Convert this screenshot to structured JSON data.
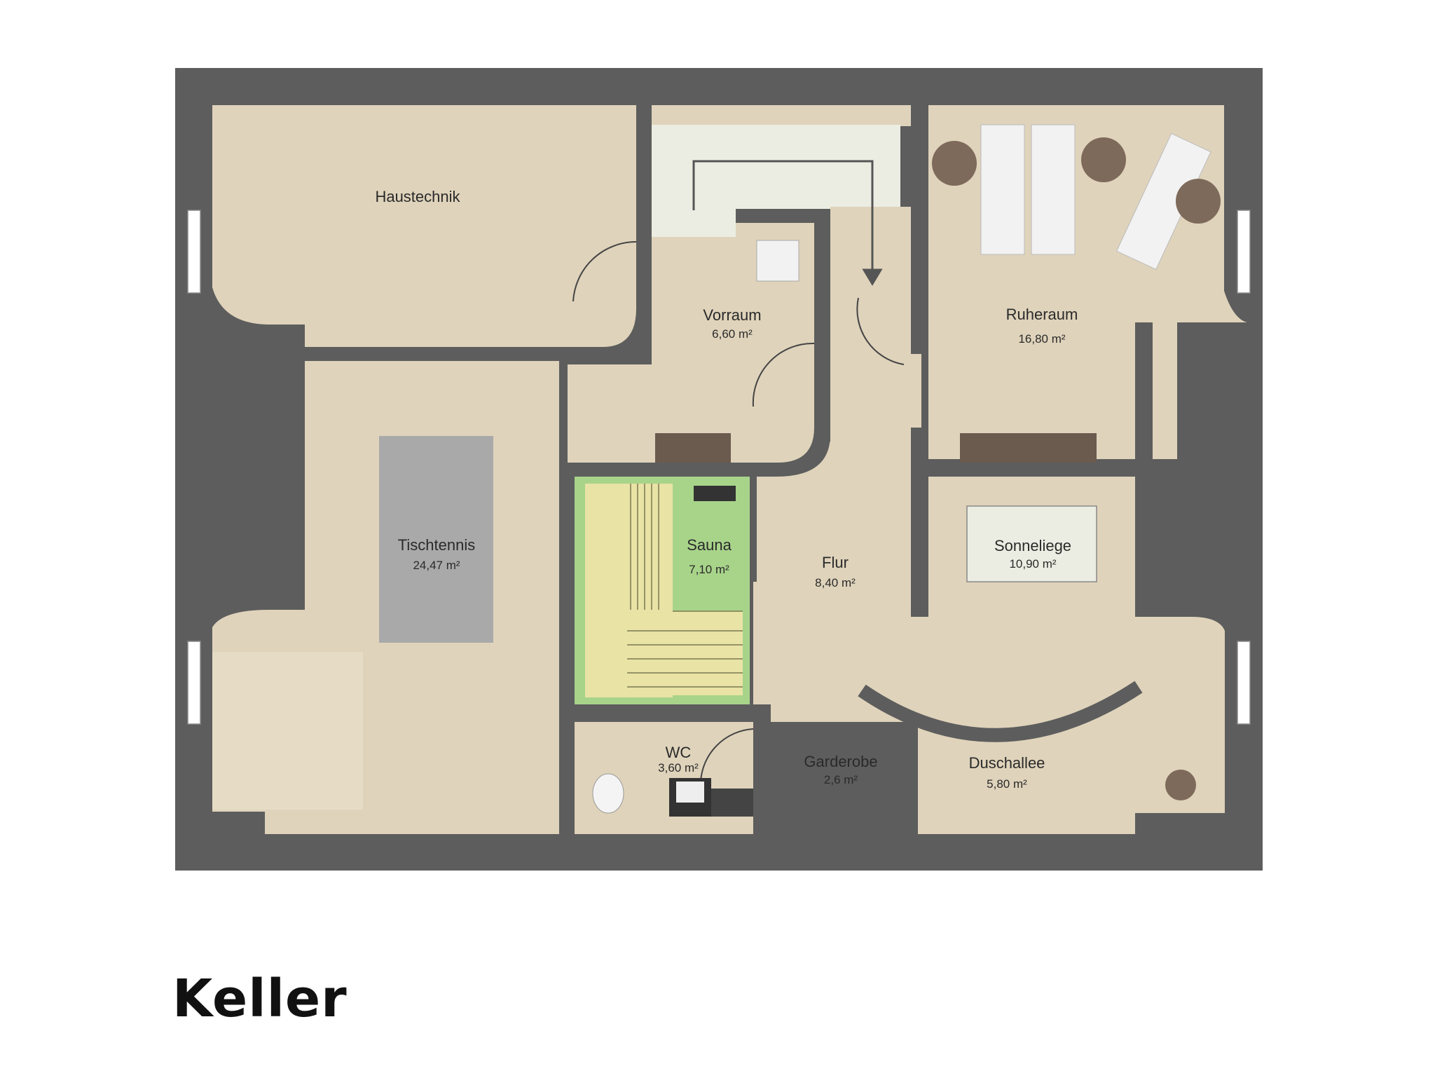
{
  "title": "Keller",
  "rooms": {
    "haustechnik": {
      "name": "Haustechnik"
    },
    "vorraum": {
      "name": "Vorraum",
      "area": "6,60 m²"
    },
    "ruheraum": {
      "name": "Ruheraum",
      "area": "16,80 m²"
    },
    "tischtennis": {
      "name": "Tischtennis",
      "area": "24,47 m²"
    },
    "sauna": {
      "name": "Sauna",
      "area": "7,10 m²"
    },
    "flur": {
      "name": "Flur",
      "area": "8,40 m²"
    },
    "sonneliege": {
      "name": "Sonneliege",
      "area": "10,90 m²"
    },
    "wc": {
      "name": "WC",
      "area": "3,60 m²"
    },
    "garderobe": {
      "name": "Garderobe",
      "area": "2,6 m²"
    },
    "duschallee": {
      "name": "Duschallee",
      "area": "5,80 m²"
    }
  },
  "colors": {
    "wall": "#5d5d5d",
    "floor": "#dfd3bb",
    "floor_light": "#e8dfca",
    "stair": "#ecede2",
    "sauna_bench": "#e9e3a6",
    "sauna_wall": "#a8d48a",
    "table": "#a9a9aa",
    "round_table": "#7e6a5a",
    "lounger": "#f2f2f2",
    "bench_dark": "#6b5a4e"
  }
}
